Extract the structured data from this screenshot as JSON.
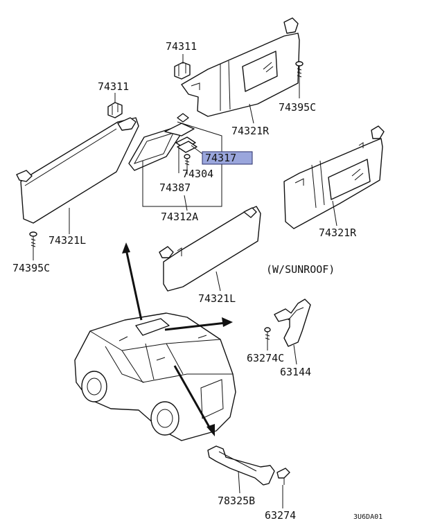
{
  "diagram": {
    "drawing_code": "3U6DA01",
    "sunroof_note": "(W/SUNROOF)",
    "labels": {
      "p74311_right": "74311",
      "p74311_left": "74311",
      "p74395c_right": "74395C",
      "p74395c_left": "74395C",
      "p74321r_top": "74321R",
      "p74321r_sunroof": "74321R",
      "p74321l_top": "74321L",
      "p74321l_sunroof": "74321L",
      "p74317": "74317",
      "p74304": "74304",
      "p74387": "74387",
      "p74312a": "74312A",
      "p63274c": "63274C",
      "p63144": "63144",
      "p78325b": "78325B",
      "p63274": "63274"
    },
    "highlighted_part": "74317",
    "highlight_color": "#9aa6dc"
  }
}
